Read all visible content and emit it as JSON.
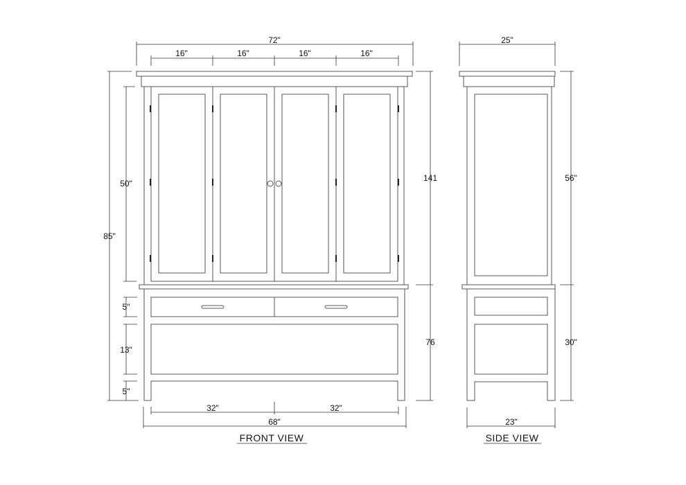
{
  "drawing": {
    "subject": "Armoire / cabinet elevation drawing",
    "colors": {
      "line": "#555555",
      "dim_line": "#333333",
      "text": "#111111",
      "hinge": "#222222",
      "background": "#ffffff"
    }
  },
  "front_view": {
    "title": "FRONT VIEW",
    "dimensions": {
      "overall_width_top": "72\"",
      "door_widths": [
        "16\"",
        "16\"",
        "16\"",
        "16\""
      ],
      "overall_height": "85\"",
      "upper_door_height": "50\"",
      "drawer_height": "5\"",
      "lower_panel_height": "13\"",
      "base_height": "5\"",
      "upper_height_right": "141",
      "lower_height_right": "76",
      "bottom_halves": [
        "32\"",
        "32\""
      ],
      "bottom_width": "68\""
    },
    "doors": 4,
    "drawers": 2,
    "hardware": {
      "door_knobs": 2,
      "drawer_pulls": 2
    }
  },
  "side_view": {
    "title": "SIDE VIEW",
    "dimensions": {
      "top_depth": "25\"",
      "upper_height": "56\"",
      "lower_height": "30\"",
      "base_depth": "23\""
    }
  }
}
